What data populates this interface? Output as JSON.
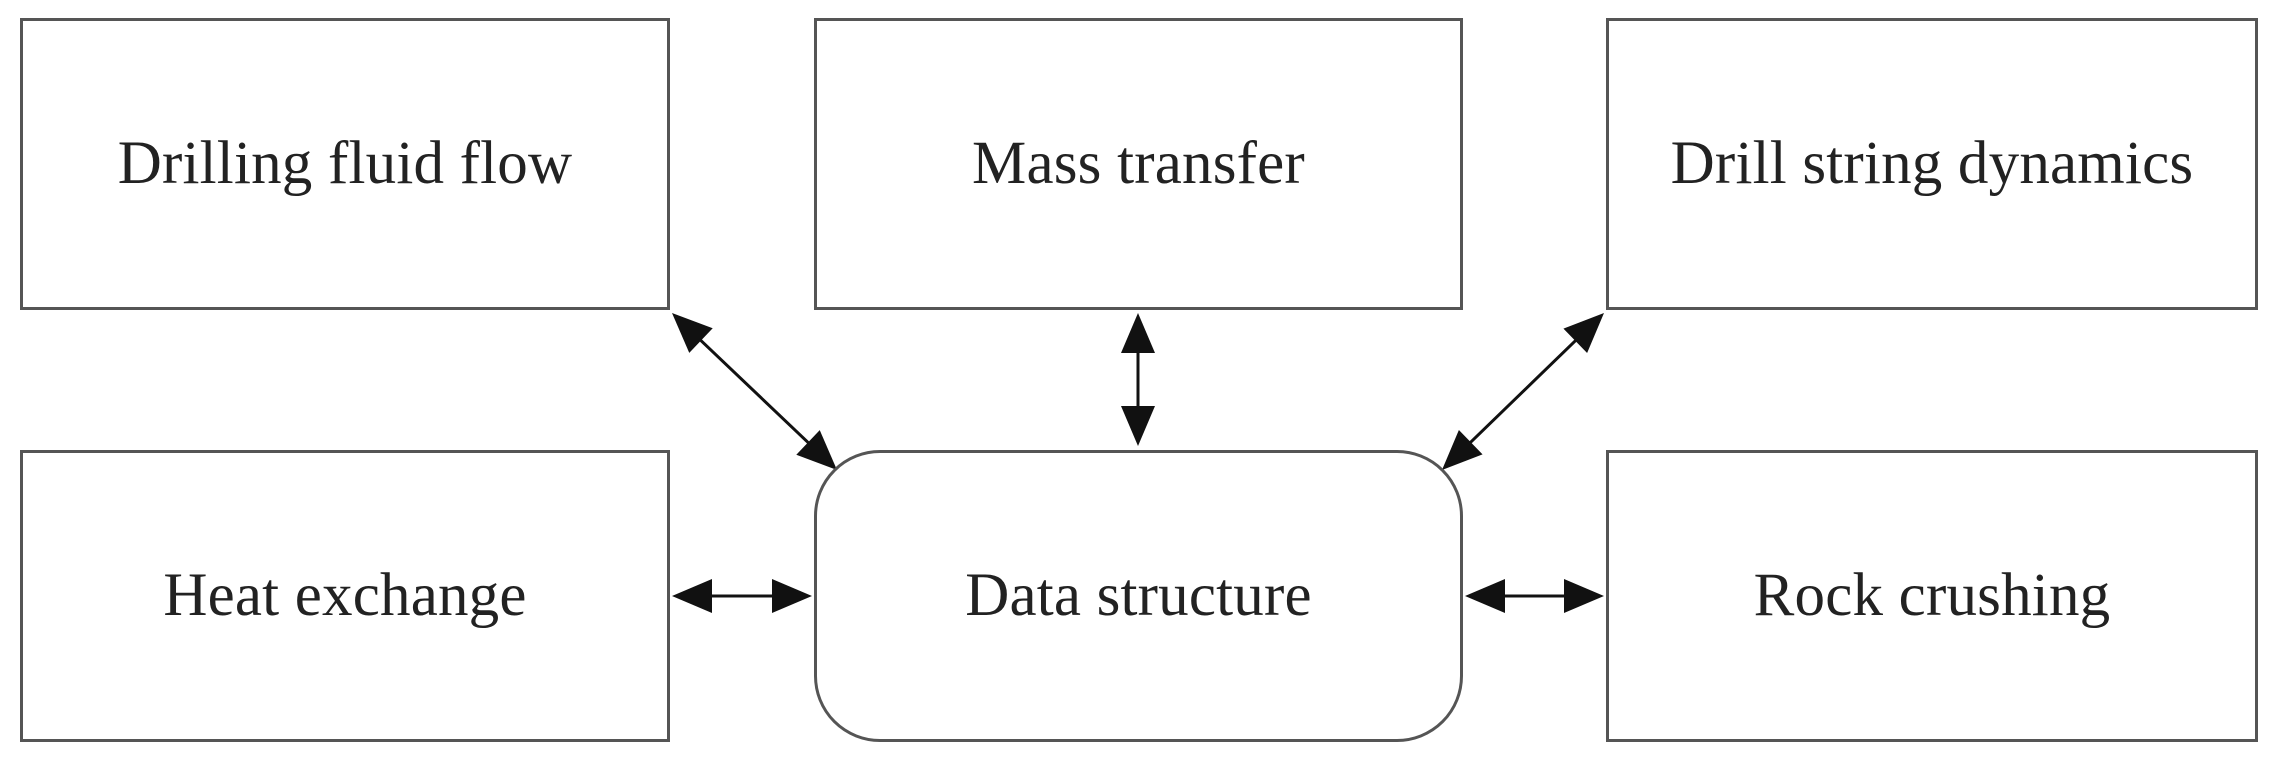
{
  "diagram": {
    "nodes": {
      "drilling_fluid_flow": "Drilling fluid flow",
      "mass_transfer": "Mass transfer",
      "drill_string_dynamics": "Drill string dynamics",
      "heat_exchange": "Heat exchange",
      "data_structure": "Data structure",
      "rock_crushing": "Rock crushing"
    },
    "center_node": "data_structure",
    "connections": [
      {
        "from": "data_structure",
        "to": "drilling_fluid_flow",
        "direction": "bidirectional"
      },
      {
        "from": "data_structure",
        "to": "mass_transfer",
        "direction": "bidirectional"
      },
      {
        "from": "data_structure",
        "to": "drill_string_dynamics",
        "direction": "bidirectional"
      },
      {
        "from": "data_structure",
        "to": "heat_exchange",
        "direction": "bidirectional"
      },
      {
        "from": "data_structure",
        "to": "rock_crushing",
        "direction": "bidirectional"
      }
    ],
    "colors": {
      "box_border": "#555555",
      "arrow": "#111111",
      "text": "#222222",
      "background": "#ffffff"
    }
  }
}
